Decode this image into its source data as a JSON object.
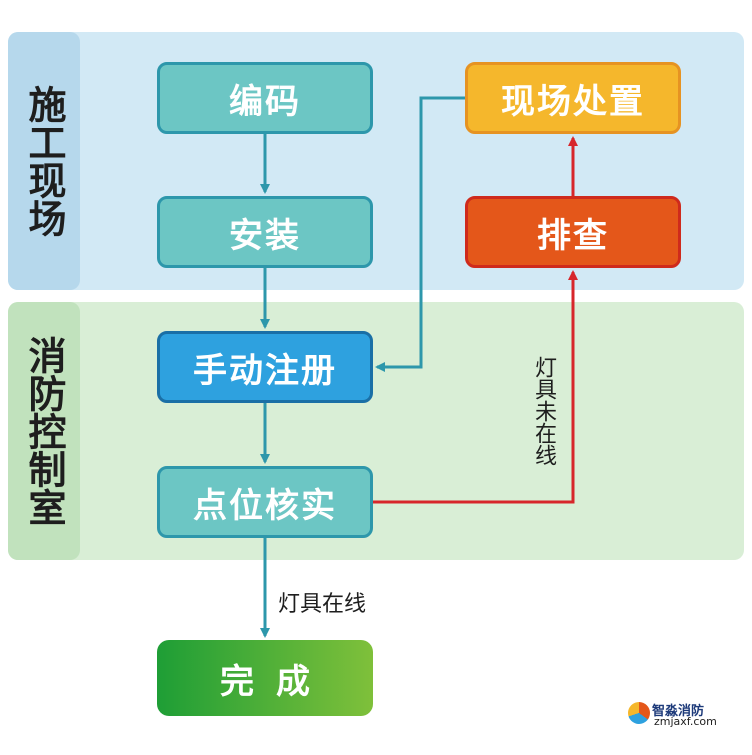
{
  "lanes": {
    "site": {
      "label": "施工现场"
    },
    "control": {
      "label": "消防控制室"
    }
  },
  "nodes": {
    "code": "编码",
    "install": "安装",
    "register": "手动注册",
    "verify": "点位核实",
    "done": "完成",
    "dispose": "现场处置",
    "check": "排查"
  },
  "edge_labels": {
    "online": "灯具在线",
    "offline": "灯具未在线"
  },
  "colors": {
    "teal": "#6cc6c4",
    "blue": "#2ea1df",
    "yellow": "#f5b72c",
    "red": "#e4571a",
    "green": "#3aa83a",
    "arrow_teal": "#2d97ab",
    "arrow_red": "#d7262b"
  },
  "logo": {
    "name": "智淼消防",
    "url": "zmjaxf.com"
  }
}
